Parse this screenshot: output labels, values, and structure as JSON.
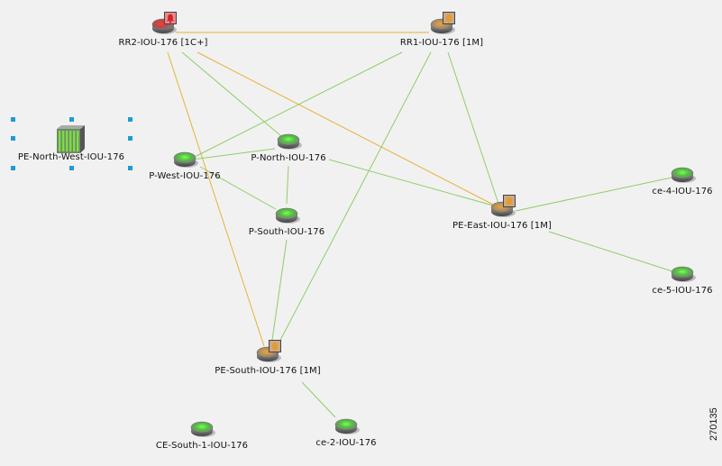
{
  "figure_id": "270135",
  "colors": {
    "background": "#f1f1f1",
    "link_green": "#8fce6a",
    "link_orange": "#e8b13a",
    "alarm_critical": "#d8202a",
    "alarm_major": "#e89a2a",
    "selection": "#1e9bd4"
  },
  "nodes": [
    {
      "id": "rr2",
      "label": "RR2-IOU-176 [1C+]",
      "type": "router",
      "alarm": "critical",
      "icon": "router-icon"
    },
    {
      "id": "rr1",
      "label": "RR1-IOU-176 [1M]",
      "type": "router",
      "alarm": "major",
      "icon": "router-icon"
    },
    {
      "id": "pnw",
      "label": "PE-North-West-IOU-176",
      "type": "chassis",
      "alarm": "none",
      "icon": "chassis-icon",
      "selected": true
    },
    {
      "id": "pw",
      "label": "P-West-IOU-176",
      "type": "router",
      "alarm": "none",
      "icon": "router-icon"
    },
    {
      "id": "pn",
      "label": "P-North-IOU-176",
      "type": "router",
      "alarm": "none",
      "icon": "router-icon"
    },
    {
      "id": "ps",
      "label": "P-South-IOU-176",
      "type": "router",
      "alarm": "none",
      "icon": "router-icon"
    },
    {
      "id": "pe",
      "label": "PE-East-IOU-176 [1M]",
      "type": "router",
      "alarm": "major",
      "icon": "router-icon"
    },
    {
      "id": "ce4",
      "label": "ce-4-IOU-176",
      "type": "router",
      "alarm": "none",
      "icon": "router-icon"
    },
    {
      "id": "ce5",
      "label": "ce-5-IOU-176",
      "type": "router",
      "alarm": "none",
      "icon": "router-icon"
    },
    {
      "id": "pes",
      "label": "PE-South-IOU-176 [1M]",
      "type": "router",
      "alarm": "major",
      "icon": "router-icon"
    },
    {
      "id": "ces1",
      "label": "CE-South-1-IOU-176",
      "type": "router",
      "alarm": "none",
      "icon": "router-icon"
    },
    {
      "id": "ce2",
      "label": "ce-2-IOU-176",
      "type": "router",
      "alarm": "none",
      "icon": "router-icon"
    }
  ],
  "links": [
    {
      "from": "rr2",
      "to": "rr1",
      "status": "orange"
    },
    {
      "from": "rr2",
      "to": "pes",
      "status": "orange"
    },
    {
      "from": "rr2",
      "to": "pe",
      "status": "orange"
    },
    {
      "from": "rr2",
      "to": "pn",
      "status": "green"
    },
    {
      "from": "rr1",
      "to": "pw",
      "status": "green"
    },
    {
      "from": "rr1",
      "to": "pes",
      "status": "green"
    },
    {
      "from": "rr1",
      "to": "pe",
      "status": "green"
    },
    {
      "from": "pw",
      "to": "pn",
      "status": "green"
    },
    {
      "from": "pw",
      "to": "ps",
      "status": "green"
    },
    {
      "from": "pn",
      "to": "ps",
      "status": "green"
    },
    {
      "from": "pn",
      "to": "pe",
      "status": "green"
    },
    {
      "from": "ps",
      "to": "pes",
      "status": "green"
    },
    {
      "from": "pe",
      "to": "ce4",
      "status": "green"
    },
    {
      "from": "pe",
      "to": "ce5",
      "status": "green"
    },
    {
      "from": "pes",
      "to": "ce2",
      "status": "green"
    }
  ]
}
